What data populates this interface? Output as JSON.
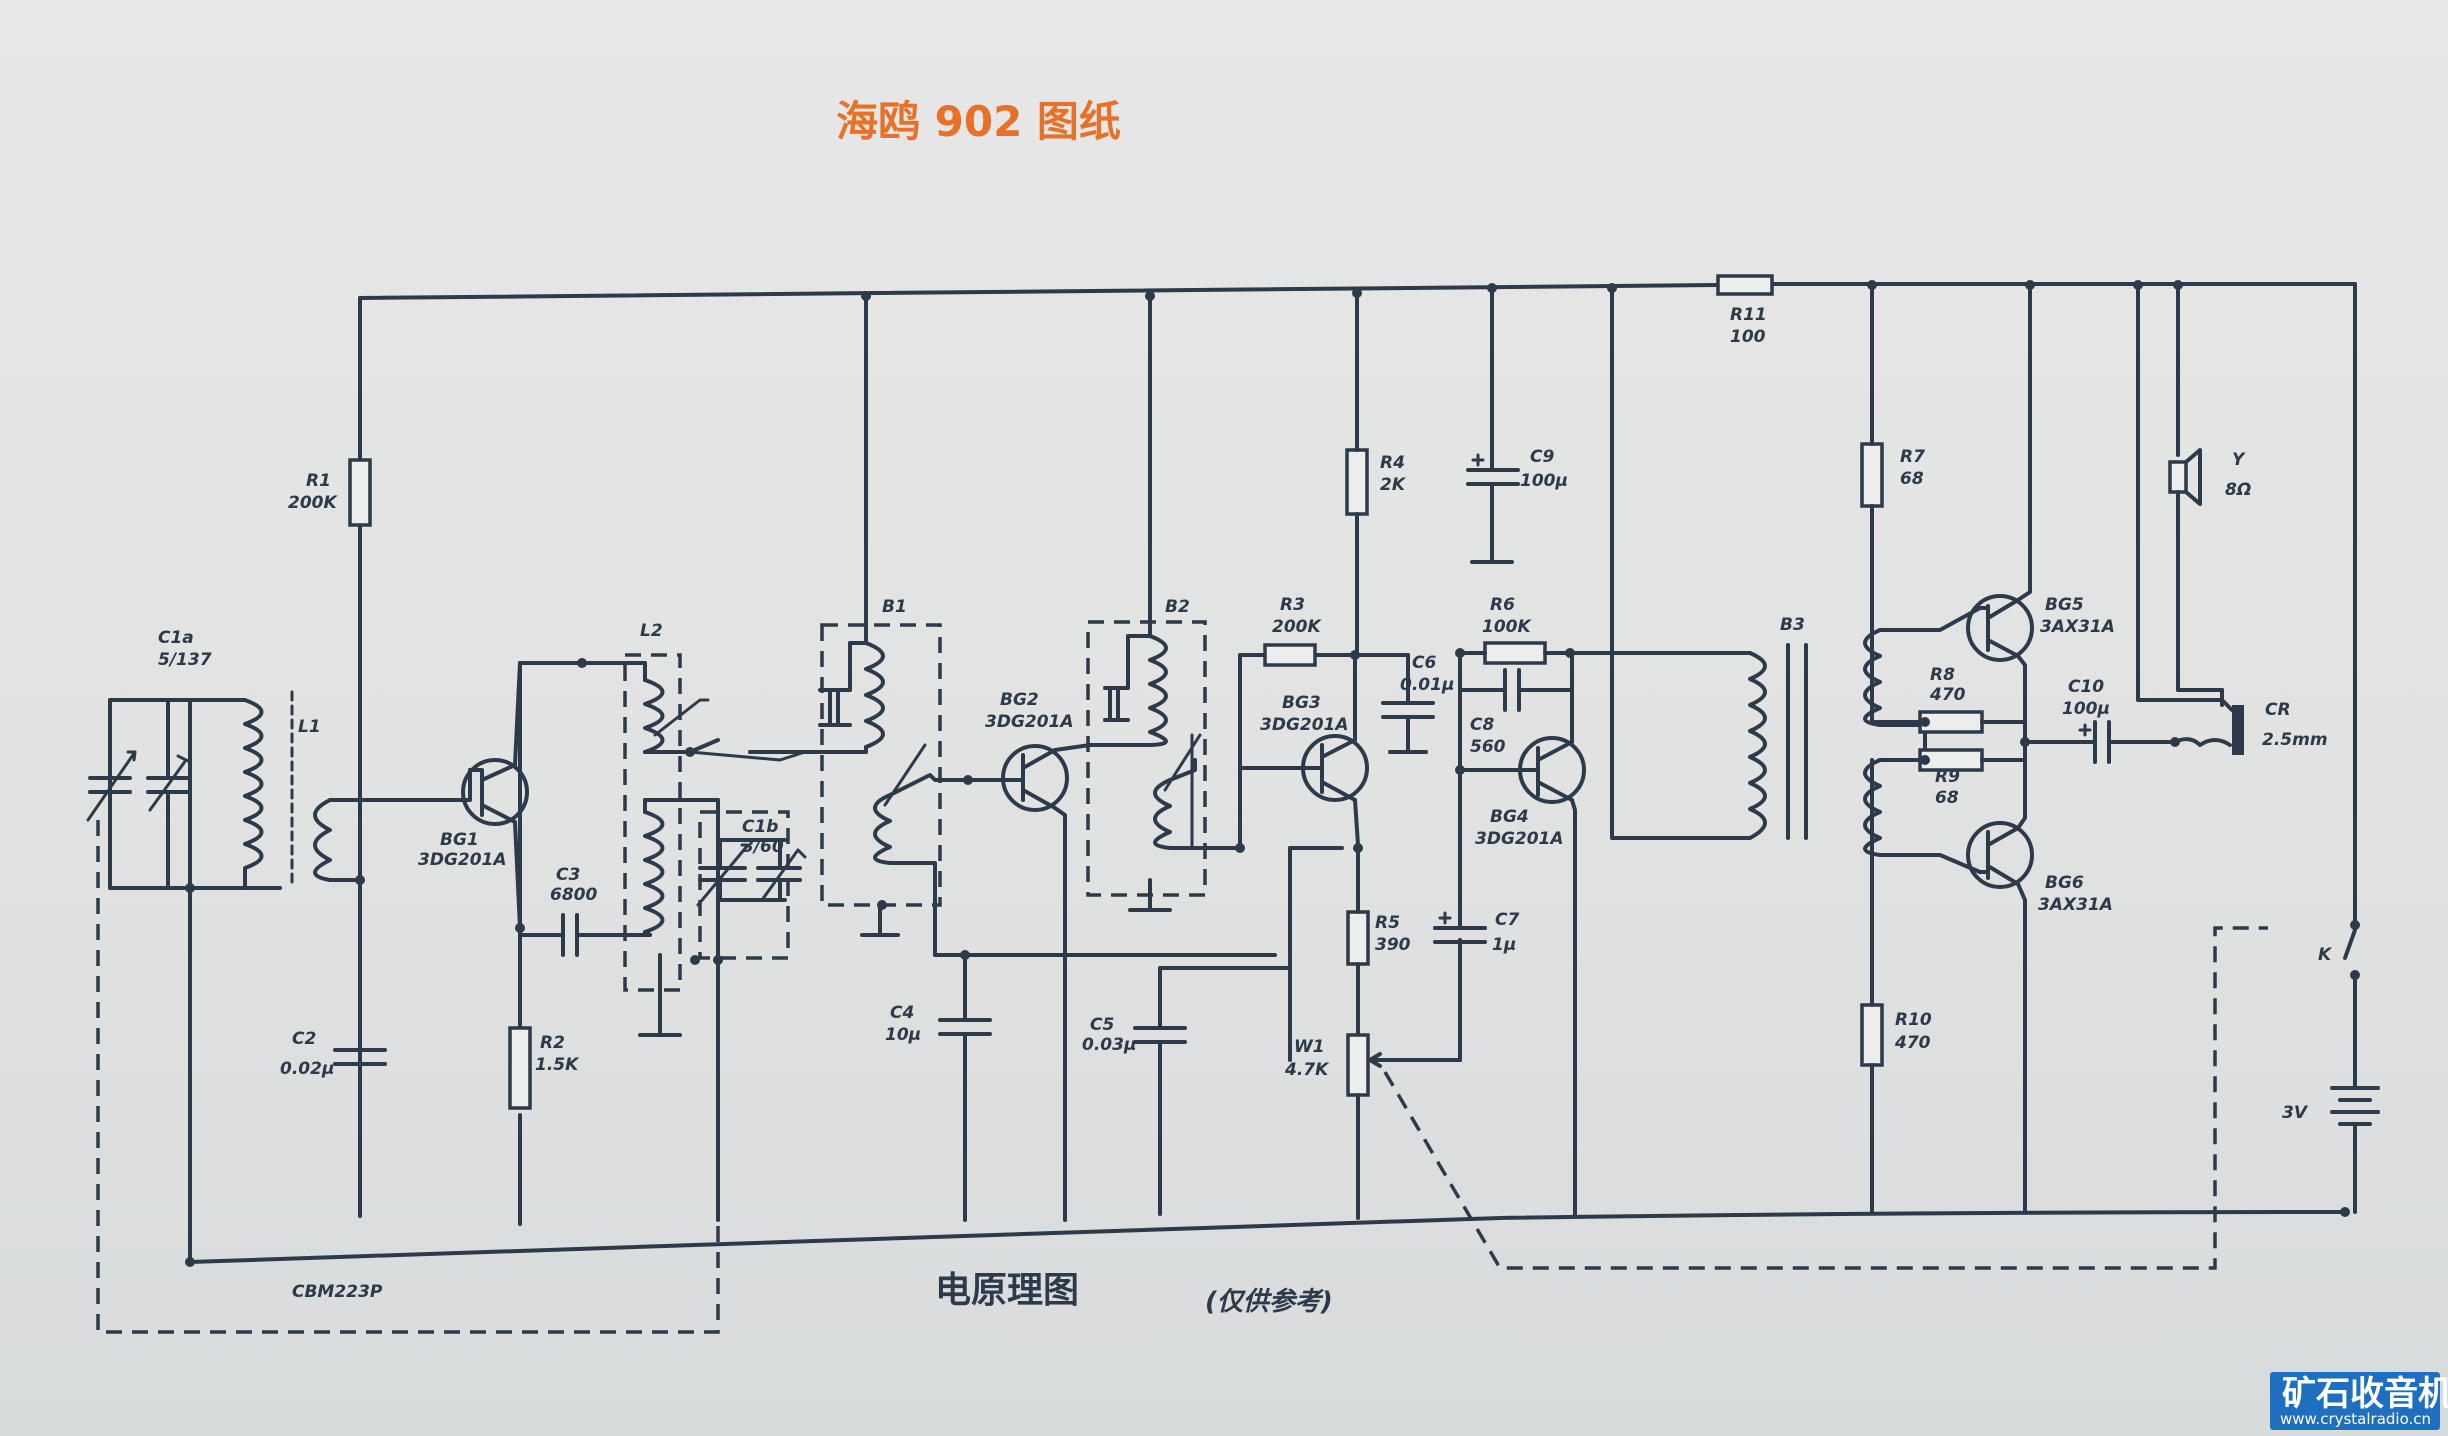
{
  "title": "海鸥 902 图纸",
  "caption": "电原理图",
  "caption_note": "(仅供参考)",
  "watermark": {
    "name": "矿石收音机",
    "url": "www.crystalradio.cn"
  },
  "colors": {
    "ink": "#2d3a49",
    "title": "#e8712a",
    "paper": "#e2e3e3",
    "watermark_bg": "#1e6fc0"
  },
  "labels": {
    "c1a": "C1a",
    "c1a_v": "5/137",
    "l1": "L1",
    "r1": "R1",
    "r1_v": "200K",
    "c2": "C2",
    "c2_v": "0.02μ",
    "bg1": "BG1",
    "bg1_v": "3DG201A",
    "l2": "L2",
    "c3": "C3",
    "c3_v": "6800",
    "r2": "R2",
    "r2_v": "1.5K",
    "c1b": "C1b",
    "c1b_v": "3/60",
    "cbm": "CBM223P",
    "b1": "B1",
    "c4": "C4",
    "c4_v": "10μ",
    "bg2": "BG2",
    "bg2_v": "3DG201A",
    "b2": "B2",
    "c5": "C5",
    "c5_v": "0.03μ",
    "r3": "R3",
    "r3_v": "200K",
    "bg3": "BG3",
    "bg3_v": "3DG201A",
    "r4": "R4",
    "r4_v": "2K",
    "r5": "R5",
    "r5_v": "390",
    "w1": "W1",
    "w1_v": "4.7K",
    "c6": "C6",
    "c6_v": "0.01μ",
    "c9": "C9",
    "c9_v": "100μ",
    "r6": "R6",
    "r6_v": "100K",
    "c8": "C8",
    "c8_v": "560",
    "bg4": "BG4",
    "bg4_v": "3DG201A",
    "c7": "C7",
    "c7_v": "1μ",
    "r11": "R11",
    "r11_v": "100",
    "b3": "B3",
    "r7": "R7",
    "r7_v": "68",
    "r8": "R8",
    "r8_v": "470",
    "r9": "R9",
    "r9_v": "68",
    "r10": "R10",
    "r10_v": "470",
    "bg5": "BG5",
    "bg5_v": "3AX31A",
    "bg6": "BG6",
    "bg6_v": "3AX31A",
    "c10": "C10",
    "c10_v": "100μ",
    "y": "Y",
    "y_v": "8Ω",
    "cr": "CR",
    "cr_v": "2.5mm",
    "k": "K",
    "bat": "3V"
  }
}
